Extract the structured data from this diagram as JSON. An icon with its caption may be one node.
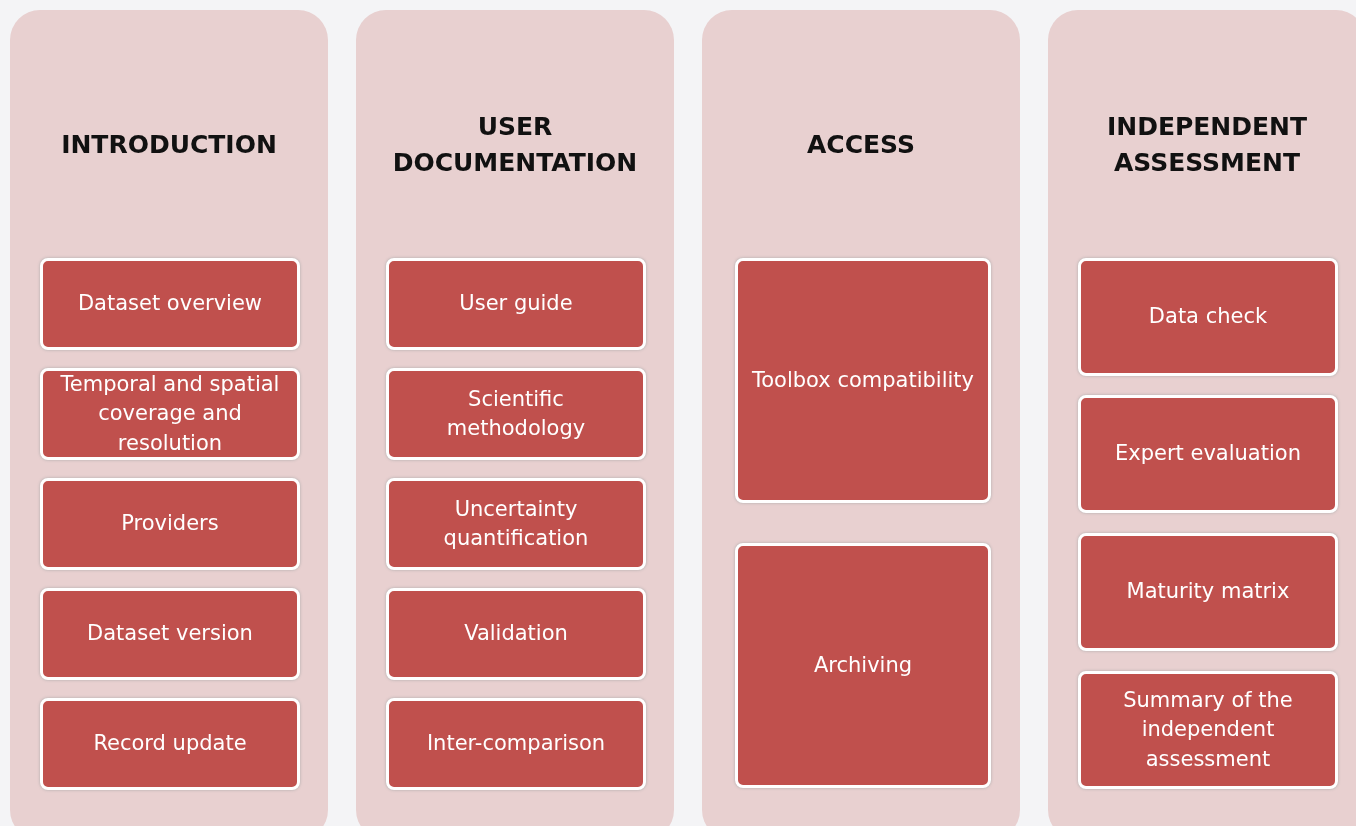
{
  "diagram": {
    "nodes": [
      {
        "text": [
          "INTRODUCTION"
        ]
      },
      {
        "text": [
          "Dataset overview"
        ],
        "in": 0
      },
      {
        "text": [
          "Temporal and spatial coverage and resolution"
        ],
        "in": 0
      },
      {
        "text": [
          "Providers"
        ],
        "in": 0
      },
      {
        "text": [
          "Dataset version"
        ],
        "in": 0
      },
      {
        "text": [
          "Record update"
        ],
        "in": 0
      },
      {
        "text": [
          "USER DOCUMENTATION"
        ]
      },
      {
        "text": [
          "User guide"
        ],
        "in": 6
      },
      {
        "text": [
          "Scientific methodology"
        ],
        "in": 6
      },
      {
        "text": [
          "Uncertainty quantification"
        ],
        "in": 6
      },
      {
        "text": [
          "Validation"
        ],
        "in": 6
      },
      {
        "text": [
          "Inter-comparison"
        ],
        "in": 6
      },
      {
        "text": [
          "ACCESS"
        ]
      },
      {
        "text": [
          "Toolbox compatibility"
        ],
        "in": 12
      },
      {
        "text": [
          "Archiving"
        ],
        "in": 12
      },
      {
        "text": [
          "INDEPENDENT ASSESSMENT"
        ]
      },
      {
        "text": [
          "Data check"
        ],
        "in": 15
      },
      {
        "text": [
          "Expert evaluation"
        ],
        "in": 15
      },
      {
        "text": [
          "Maturity matrix"
        ],
        "in": 15
      },
      {
        "text": [
          "Summary of the independent assessment"
        ],
        "in": 15
      }
    ],
    "edges": []
  }
}
